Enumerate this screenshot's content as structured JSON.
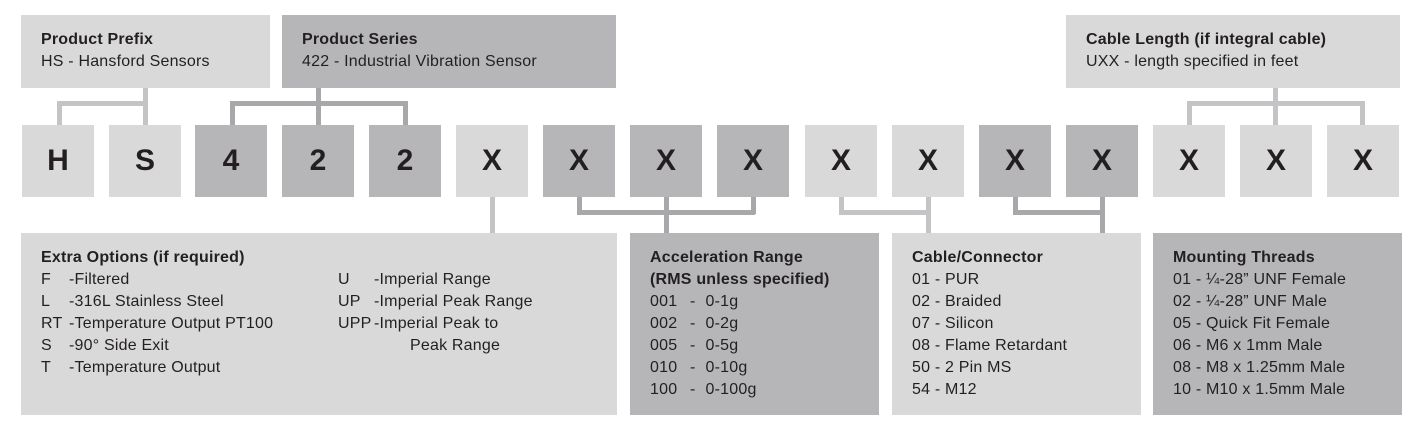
{
  "prefix": {
    "title": "Product Prefix",
    "desc": "HS - Hansford Sensors"
  },
  "series": {
    "title": "Product Series",
    "desc": "422 - Industrial Vibration Sensor"
  },
  "cable_length": {
    "title": "Cable Length (if integral cable)",
    "desc": "UXX - length specified in feet"
  },
  "code_chars": [
    "H",
    "S",
    "4",
    "2",
    "2",
    "X",
    "X",
    "X",
    "X",
    "X",
    "X",
    "X",
    "X",
    "X",
    "X",
    "X"
  ],
  "extra_options": {
    "title": "Extra Options (if required)",
    "left": [
      {
        "code": "F",
        "sep": "- ",
        "label": "Filtered"
      },
      {
        "code": "L",
        "sep": "- ",
        "label": "316L Stainless Steel"
      },
      {
        "code": "RT",
        "sep": "- ",
        "label": "Temperature Output PT100"
      },
      {
        "code": "S",
        "sep": "- ",
        "label": "90° Side Exit"
      },
      {
        "code": "T",
        "sep": "- ",
        "label": "Temperature Output"
      }
    ],
    "right": [
      {
        "code": "U",
        "sep": "- ",
        "label": "Imperial Range"
      },
      {
        "code": "UP",
        "sep": "- ",
        "label": "Imperial Peak Range"
      },
      {
        "code": "UPP",
        "sep": "- ",
        "label": "Imperial Peak to"
      },
      {
        "code": "",
        "sep": "",
        "label": "Peak Range"
      }
    ]
  },
  "acceleration": {
    "title": "Acceleration Range",
    "subtitle": "(RMS unless specified)",
    "rows": [
      {
        "code": "001",
        "label": "0-1g"
      },
      {
        "code": "002",
        "label": "0-2g"
      },
      {
        "code": "005",
        "label": "0-5g"
      },
      {
        "code": "010",
        "label": "0-10g"
      },
      {
        "code": "100",
        "label": "0-100g"
      }
    ]
  },
  "cable_connector": {
    "title": "Cable/Connector",
    "rows": [
      {
        "code": "01",
        "label": "PUR"
      },
      {
        "code": "02",
        "label": "Braided"
      },
      {
        "code": "07",
        "label": "Silicon"
      },
      {
        "code": "08",
        "label": "Flame Retardant"
      },
      {
        "code": "50",
        "label": "2 Pin MS"
      },
      {
        "code": "54",
        "label": "M12"
      }
    ]
  },
  "mounting": {
    "title": "Mounting Threads",
    "rows": [
      {
        "code": "01",
        "label": "¼-28” UNF Female"
      },
      {
        "code": "02",
        "label": "¼-28” UNF Male"
      },
      {
        "code": "05",
        "label": "Quick Fit Female"
      },
      {
        "code": "06",
        "label": "M6 x 1mm Male"
      },
      {
        "code": "08",
        "label": "M8 x 1.25mm Male"
      },
      {
        "code": "10",
        "label": "M10 x 1.5mm Male"
      }
    ]
  }
}
